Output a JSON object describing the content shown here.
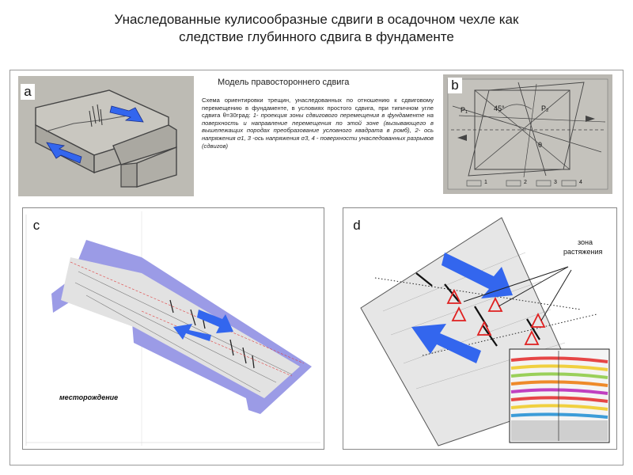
{
  "title": {
    "line1": "Унаследованные кулисообразные сдвиги в осадочном чехле как",
    "line2": "следствие глубинного сдвига в фундаменте"
  },
  "panels": {
    "a": {
      "letter": "a"
    },
    "b": {
      "letter": "b",
      "angle_label": "45°",
      "p1_label": "P₁",
      "p2_label": "P₂",
      "theta_label": "θ",
      "legend_nums": [
        "1",
        "2",
        "3",
        "4"
      ]
    },
    "c": {
      "letter": "c",
      "deposit_label": "месторождение"
    },
    "d": {
      "letter": "d",
      "zone_label_1": "зона",
      "zone_label_2": "растяжения"
    }
  },
  "model": {
    "title": "Модель правостороннего сдвига",
    "description_normal": "Схема ориентировки трещин, унаследованных по отношению к сдвиговому перемещению в фундаменте, в условиях простого сдвига, при типичном угле сдвига θ=30град:",
    "description_italic": "1- проекция зоны сдвигового перемещения в фундаменте на поверхность и направление перемещения по этой зоне (вызывающего в вышележащих породах преобразование условного квадрата в ромб), 2- ось напряжения σ1, 3 -ось напряжения σ3, 4 - поверхности унаследованных разрывов (сдвигов)"
  },
  "colors": {
    "arrow_blue": "#3366ee",
    "seismic_mask": "#9b9be6",
    "marker_red": "#e02020"
  }
}
